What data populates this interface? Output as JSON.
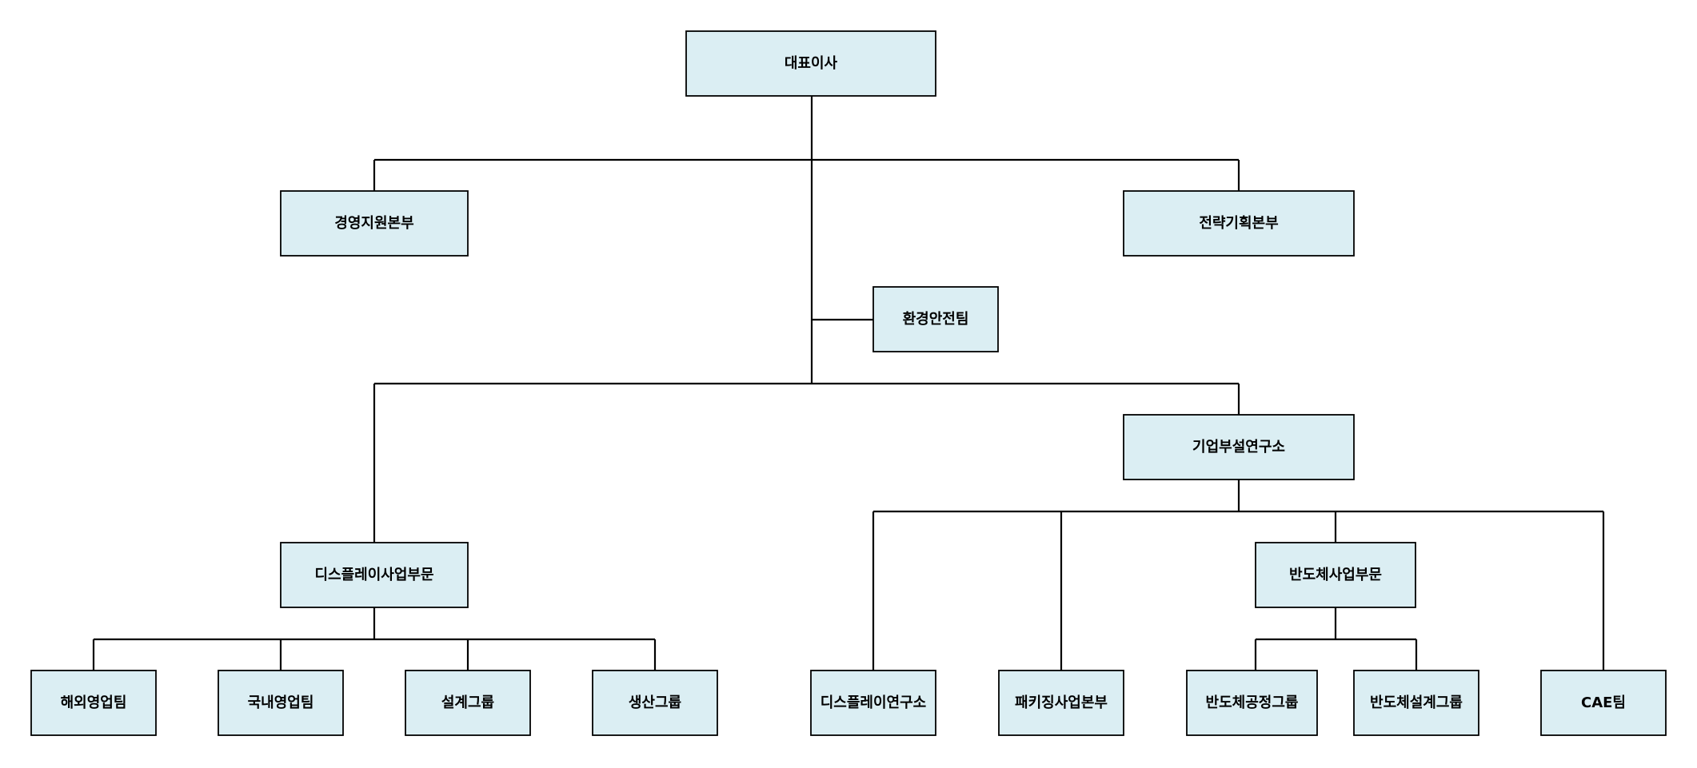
{
  "org_chart": {
    "ceo": "대표이사",
    "mgmt_support": "경영지원본부",
    "strategy": "전략기획본부",
    "env_safety": "환경안전팀",
    "display_div": "디스플레이사업부문",
    "research_lab": "기업부설연구소",
    "overseas_sales": "해외영업팀",
    "domestic_sales": "국내영업팀",
    "design_group": "설계그룹",
    "production_group": "생산그룹",
    "display_lab": "디스플레이연구소",
    "packaging": "패키징사업본부",
    "semi_div": "반도체사업부문",
    "cae": "CAE팀",
    "semi_process": "반도체공정그룹",
    "semi_design": "반도체설계그룹"
  }
}
